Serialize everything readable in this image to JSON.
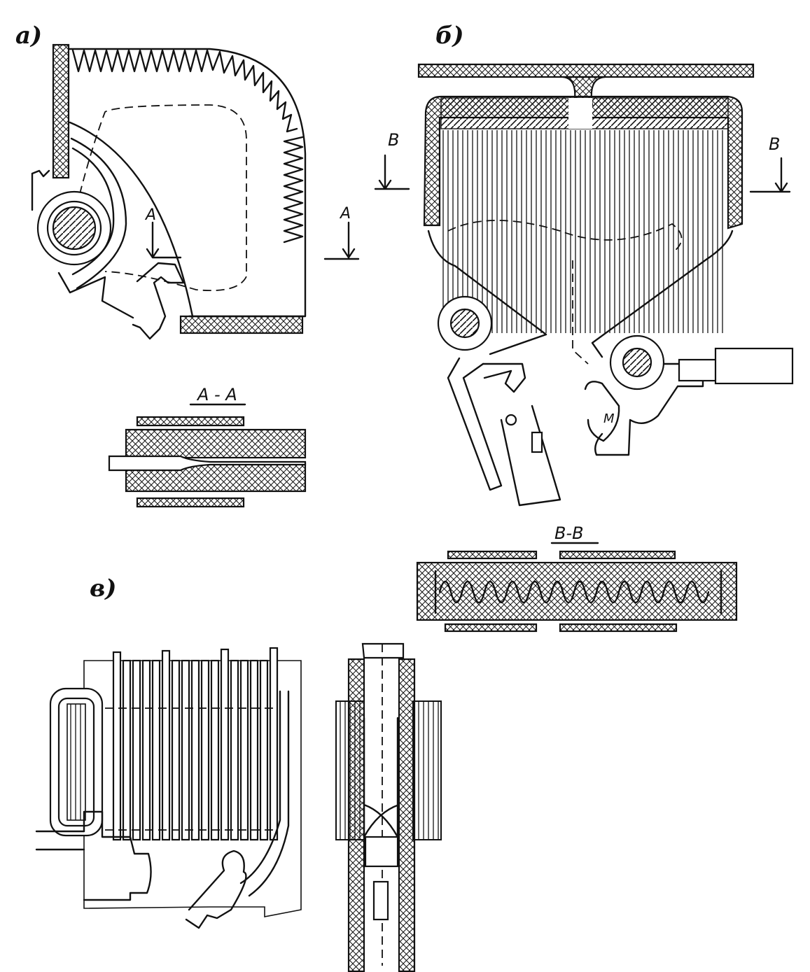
{
  "colors": {
    "ink": "#111111",
    "paper": "#ffffff"
  },
  "labels": {
    "panel_a": "а)",
    "panel_b": "б)",
    "panel_v": "в)",
    "cut_a_left": "А",
    "cut_a_right": "А",
    "section_a": "А - А",
    "cut_b_left": "В",
    "cut_b_right": "В",
    "section_b": "В-В"
  }
}
